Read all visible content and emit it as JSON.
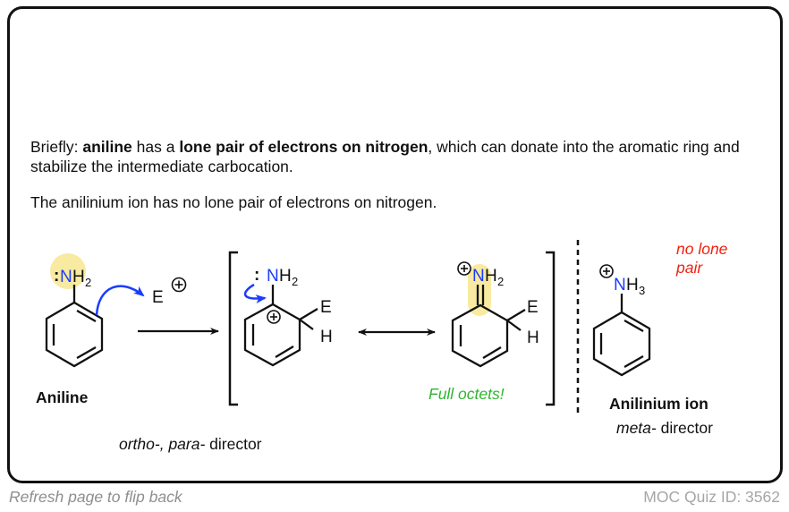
{
  "card": {
    "paragraph1": {
      "prefix": "Briefly: ",
      "bold1": "aniline",
      "mid": " has a ",
      "bold2": "lone pair of electrons on nitrogen",
      "suffix": ", which can donate into the aromatic ring and stabilize the intermediate carbocation."
    },
    "paragraph2": "The anilinium ion has no lone pair of electrons on nitrogen."
  },
  "diagram": {
    "aniline": {
      "lone_pair": ":",
      "n_label": "N",
      "h_label": "H",
      "subscript": "2",
      "name": "Aniline"
    },
    "electrophile": {
      "label": "E",
      "charge": "⊕"
    },
    "intermediate_1": {
      "lone_pair": ":",
      "n_label": "N",
      "h_label": "H",
      "subscript": "2",
      "ring_charge": "+",
      "sub_e": "E",
      "sub_h": "H"
    },
    "intermediate_2": {
      "charge": "⊕",
      "n_label": "N",
      "h_label": "H",
      "subscript": "2",
      "sub_e": "E",
      "sub_h": "H",
      "note": "Full octets!"
    },
    "anilinium": {
      "charge": "⊕",
      "n_label": "N",
      "h_label": "H",
      "subscript": "3",
      "note_line1": "no lone",
      "note_line2": "pair",
      "name": "Anilinium ion",
      "director_italic": "meta-",
      "director_text": " director"
    },
    "aniline_director_italic": "ortho-, para-",
    "aniline_director_text": " director",
    "colors": {
      "nitrogen_blue": "#1a3cff",
      "highlight_yellow": "#f8eaa0",
      "note_green": "#2fb52f",
      "note_red": "#ee2211"
    }
  },
  "footer": {
    "left": "Refresh page to flip back",
    "right": "MOC Quiz ID: 3562"
  }
}
